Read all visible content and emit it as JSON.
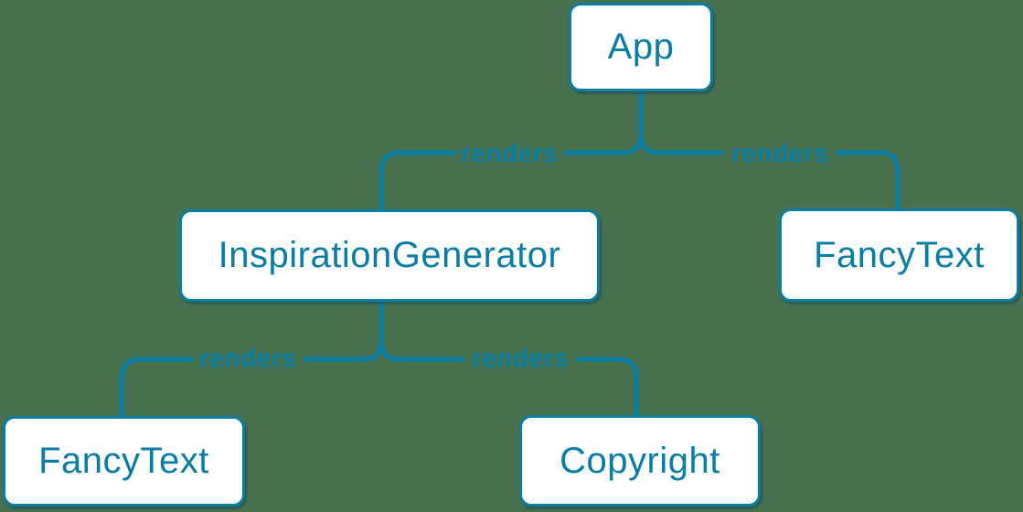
{
  "colors": {
    "background": "#47714f",
    "accent": "#087ea4",
    "node_fill": "#ffffff"
  },
  "diagram": {
    "type": "component-render-tree",
    "nodes": {
      "app": {
        "label": "App"
      },
      "inspiration_generator": {
        "label": "InspirationGenerator"
      },
      "fancy_text_top": {
        "label": "FancyText"
      },
      "fancy_text_bottom": {
        "label": "FancyText"
      },
      "copyright": {
        "label": "Copyright"
      }
    },
    "edges": {
      "app_to_inspiration_generator": {
        "label": "renders",
        "from": "App",
        "to": "InspirationGenerator"
      },
      "app_to_fancy_text": {
        "label": "renders",
        "from": "App",
        "to": "FancyText"
      },
      "inspiration_generator_to_fancy_text": {
        "label": "renders",
        "from": "InspirationGenerator",
        "to": "FancyText"
      },
      "inspiration_generator_to_copyright": {
        "label": "renders",
        "from": "InspirationGenerator",
        "to": "Copyright"
      }
    }
  }
}
